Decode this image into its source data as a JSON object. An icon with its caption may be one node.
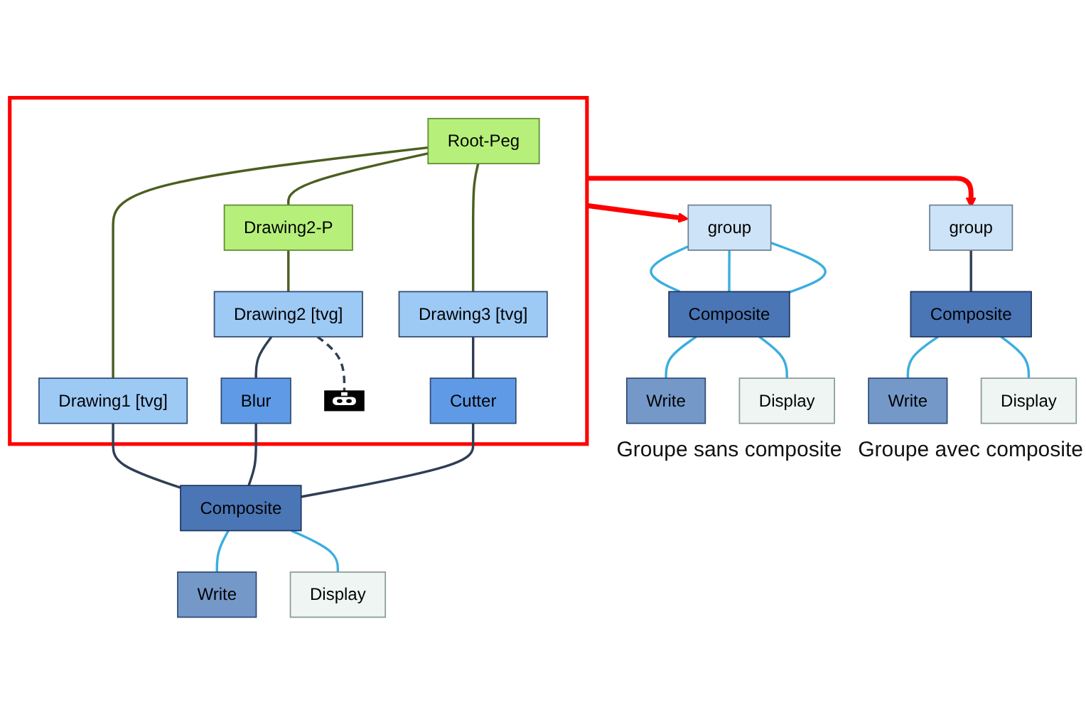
{
  "diagram": {
    "nodes": [
      {
        "text": [],
        "shape": "box"
      },
      {
        "text": [
          "Root-Peg"
        ],
        "in": 0
      },
      {
        "text": [
          "Drawing2-P"
        ],
        "in": 0
      },
      {
        "text": [
          "Drawing2 [tvg]"
        ],
        "in": 0
      },
      {
        "text": [
          "Drawing3 [tvg]"
        ],
        "in": 0
      },
      {
        "text": [
          "Drawing1 [tvg]"
        ],
        "in": 0
      },
      {
        "text": [
          "Blur"
        ],
        "in": 0
      },
      {
        "text": [],
        "shape": "picture",
        "in": 0
      },
      {
        "text": [
          "Cutter"
        ],
        "in": 0
      },
      {
        "text": [
          "Composite"
        ]
      },
      {
        "text": [
          "Write"
        ]
      },
      {
        "text": [
          "Display"
        ]
      },
      {
        "text": [
          "group"
        ]
      },
      {
        "text": [
          "Composite"
        ]
      },
      {
        "text": [
          "Write"
        ]
      },
      {
        "text": [
          "Display"
        ]
      },
      {
        "text": [
          "group"
        ]
      },
      {
        "text": [
          "Composite"
        ]
      },
      {
        "text": [
          "Write"
        ]
      },
      {
        "text": [
          "Display"
        ]
      }
    ],
    "edges": [
      {
        "from": 1,
        "to": 2,
        "arrow": "none",
        "color": "#4b5e20"
      },
      {
        "from": 1,
        "to": 5,
        "arrow": "none",
        "color": "#4b5e20"
      },
      {
        "from": 1,
        "to": 4,
        "arrow": "none",
        "color": "#4b5e20"
      },
      {
        "from": 2,
        "to": 3,
        "arrow": "none",
        "color": "#4b5e20"
      },
      {
        "from": 3,
        "to": 6,
        "arrow": "none",
        "color": "#2f3e55"
      },
      {
        "from": 3,
        "to": 7,
        "arrow": "none",
        "style": "dashed",
        "color": "#2f3e55"
      },
      {
        "from": 4,
        "to": 8,
        "arrow": "none",
        "color": "#2f3e55"
      },
      {
        "from": 5,
        "to": 9,
        "arrow": "none",
        "color": "#2f3e55"
      },
      {
        "from": 6,
        "to": 9,
        "arrow": "none",
        "color": "#2f3e55"
      },
      {
        "from": 8,
        "to": 9,
        "arrow": "none",
        "color": "#2f3e55"
      },
      {
        "from": 9,
        "to": 10,
        "arrow": "none"
      },
      {
        "from": 9,
        "to": 11,
        "arrow": "none"
      },
      {
        "from": 0,
        "to": 12,
        "arrow": "to",
        "style": "thick",
        "color": "#ff0000"
      },
      {
        "from": 0,
        "to": 16,
        "arrow": "to",
        "style": "thick",
        "color": "#ff0000"
      },
      {
        "from": 12,
        "to": 13,
        "arrow": "none"
      },
      {
        "from": 12,
        "to": 13,
        "arrow": "none"
      },
      {
        "from": 12,
        "to": 13,
        "arrow": "none"
      },
      {
        "from": 13,
        "to": 14,
        "arrow": "none"
      },
      {
        "from": 13,
        "to": 15,
        "arrow": "none"
      },
      {
        "from": 16,
        "to": 17,
        "arrow": "none",
        "color": "#2f3e55"
      },
      {
        "from": 17,
        "to": 18,
        "arrow": "none"
      },
      {
        "from": 17,
        "to": 19,
        "arrow": "none"
      }
    ],
    "labels": [
      "Groupe sans composite",
      "Groupe avec composite"
    ]
  }
}
